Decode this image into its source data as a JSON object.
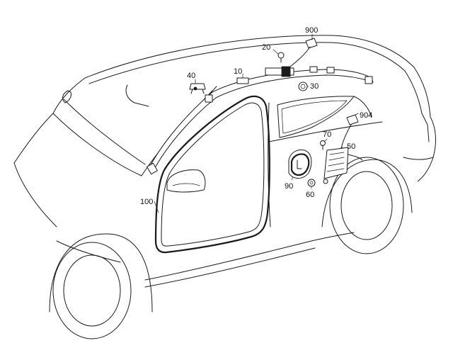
{
  "diagram": {
    "callouts": [
      {
        "id": "p900",
        "text": "900"
      },
      {
        "id": "p20",
        "text": "20"
      },
      {
        "id": "p40",
        "text": "40"
      },
      {
        "id": "p10",
        "text": "10"
      },
      {
        "id": "p30",
        "text": "30"
      },
      {
        "id": "p904",
        "text": "904"
      },
      {
        "id": "p70",
        "text": "70"
      },
      {
        "id": "p50",
        "text": "50"
      },
      {
        "id": "p90",
        "text": "90"
      },
      {
        "id": "p60",
        "text": "60"
      },
      {
        "id": "p100",
        "text": "100"
      }
    ]
  }
}
